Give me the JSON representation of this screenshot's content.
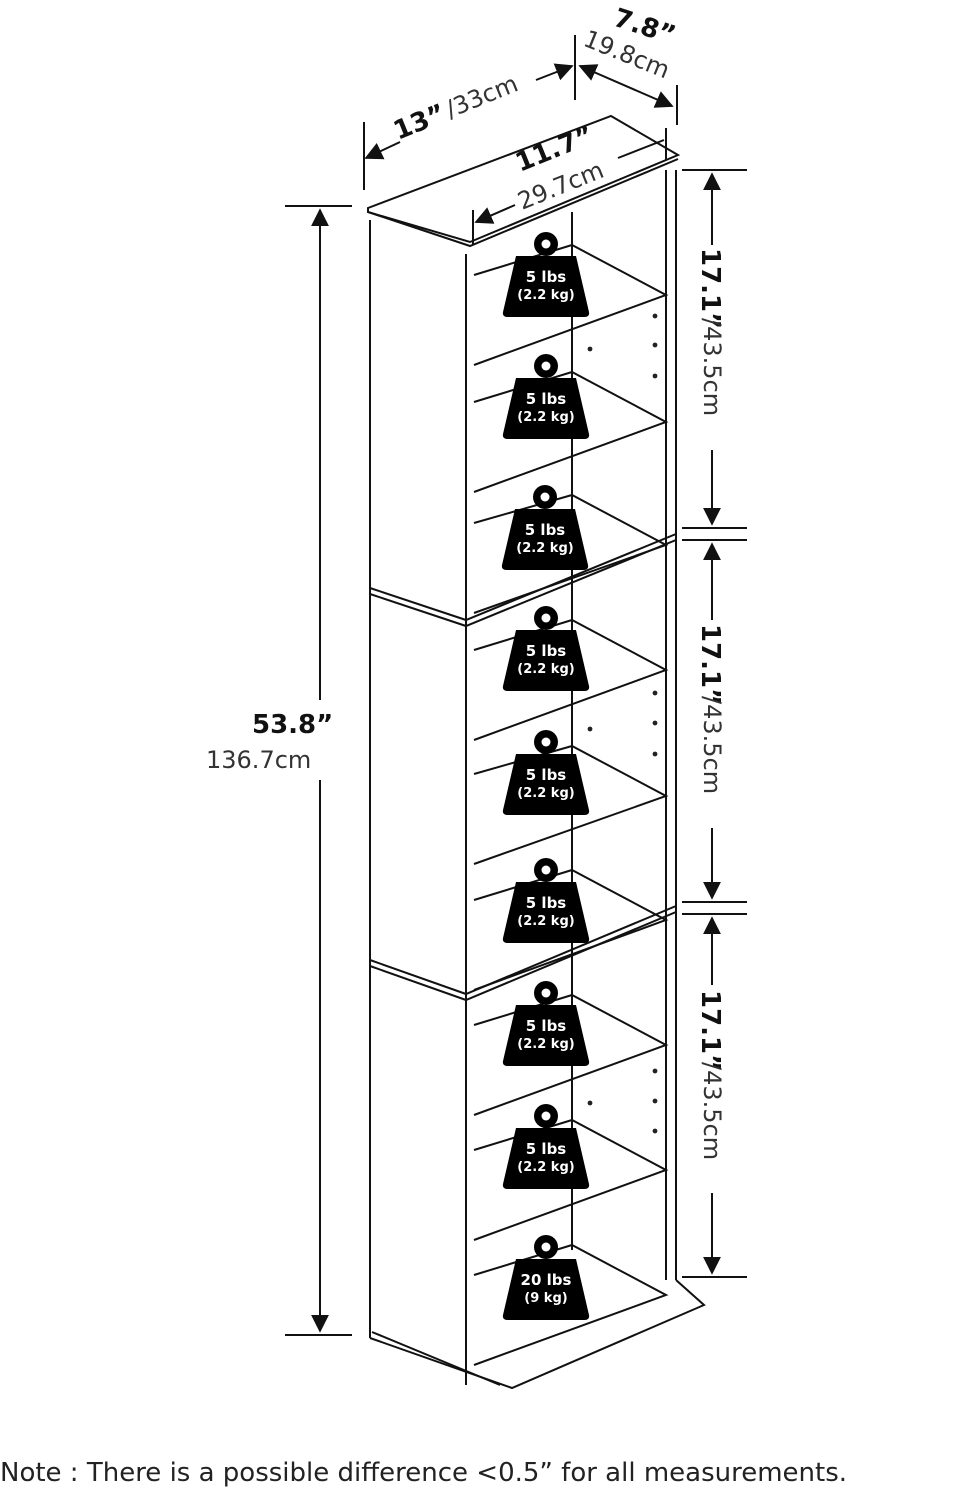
{
  "dimensions": {
    "depth_in": "7.8”",
    "depth_cm": "19.8cm",
    "width_outer_in": "13”",
    "width_outer_cm": "/33cm",
    "width_inner_in": "11.7”",
    "width_inner_cm": "29.7cm",
    "height_in": "53.8”",
    "height_cm": "136.7cm"
  },
  "sections": [
    {
      "height_in": "17.1”",
      "height_cm": "/43.5cm"
    },
    {
      "height_in": "17.1”",
      "height_cm": "/43.5cm"
    },
    {
      "height_in": "17.1”",
      "height_cm": "/43.5cm"
    }
  ],
  "shelves": [
    {
      "load": "5 lbs",
      "metric": "(2.2 kg)"
    },
    {
      "load": "5 lbs",
      "metric": "(2.2 kg)"
    },
    {
      "load": "5 lbs",
      "metric": "(2.2 kg)"
    },
    {
      "load": "5 lbs",
      "metric": "(2.2 kg)"
    },
    {
      "load": "5 lbs",
      "metric": "(2.2 kg)"
    },
    {
      "load": "5 lbs",
      "metric": "(2.2 kg)"
    },
    {
      "load": "5 lbs",
      "metric": "(2.2 kg)"
    },
    {
      "load": "5 lbs",
      "metric": "(2.2 kg)"
    },
    {
      "load": "20 lbs",
      "metric": "(9 kg)"
    }
  ],
  "note": "Note : There is a possible difference <0.5” for all measurements."
}
